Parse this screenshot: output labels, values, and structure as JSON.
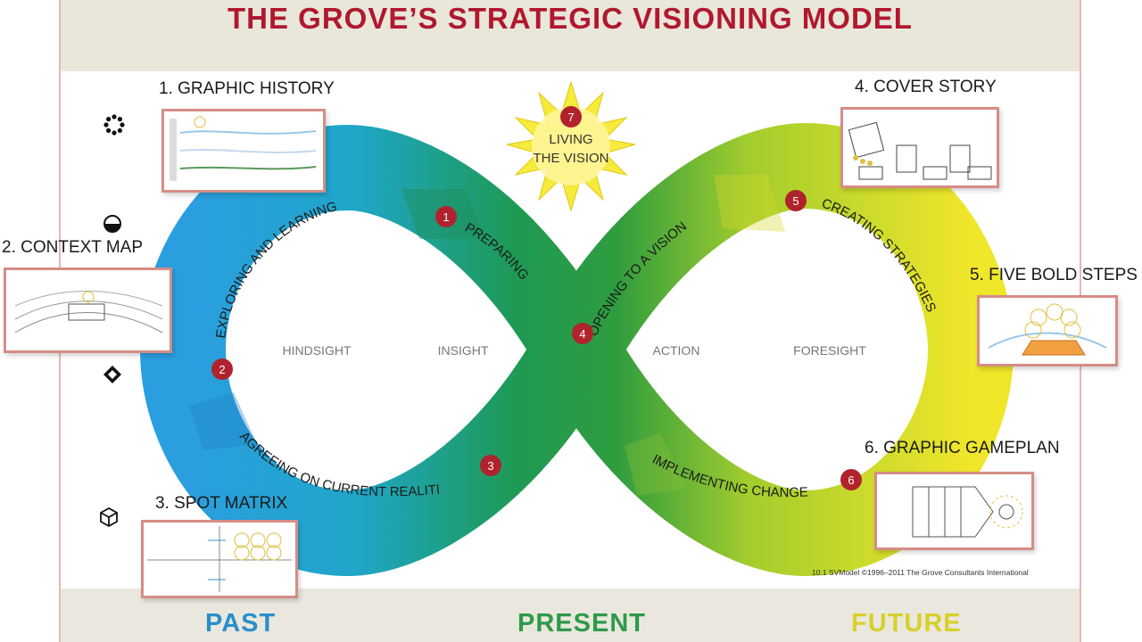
{
  "title": "THE GROVE’S STRATEGIC VISIONING MODEL",
  "colors": {
    "title": "#b0182e",
    "past": "#2a8fc9",
    "present": "#2e9a4a",
    "future": "#d8d02a",
    "badge": "#b0232d"
  },
  "steps": [
    {
      "num": "1",
      "label": "PREPARING"
    },
    {
      "num": "2",
      "label": "EXPLORING AND LEARNING"
    },
    {
      "num": "3",
      "label": "AGREEING ON CURRENT REALITIES"
    },
    {
      "num": "4",
      "label": "OPENING TO A VISION"
    },
    {
      "num": "5",
      "label": "CREATING STRATEGIES"
    },
    {
      "num": "6",
      "label": "IMPLEMENTING CHANGE"
    },
    {
      "num": "7",
      "label_line1": "LIVING",
      "label_line2": "THE VISION"
    }
  ],
  "centers": {
    "hindsight": "HINDSIGHT",
    "insight": "INSIGHT",
    "action": "ACTION",
    "foresight": "FORESIGHT"
  },
  "templates": {
    "graphic_history": "1. GRAPHIC HISTORY",
    "context_map": "2. CONTEXT MAP",
    "spot_matrix": "3. SPOT MATRIX",
    "cover_story": "4. COVER STORY",
    "five_bold_steps": "5. FIVE BOLD STEPS",
    "graphic_gameplan": "6. GRAPHIC GAMEPLAN"
  },
  "side_icons": [
    "sun-icon",
    "half-moon-icon",
    "compass-diamond-icon",
    "cube-icon"
  ],
  "copyright": "10.1 SVModel ©1996–2011 The Grove Consultants International",
  "footer": {
    "past": "PAST",
    "present": "PRESENT",
    "future": "FUTURE"
  }
}
